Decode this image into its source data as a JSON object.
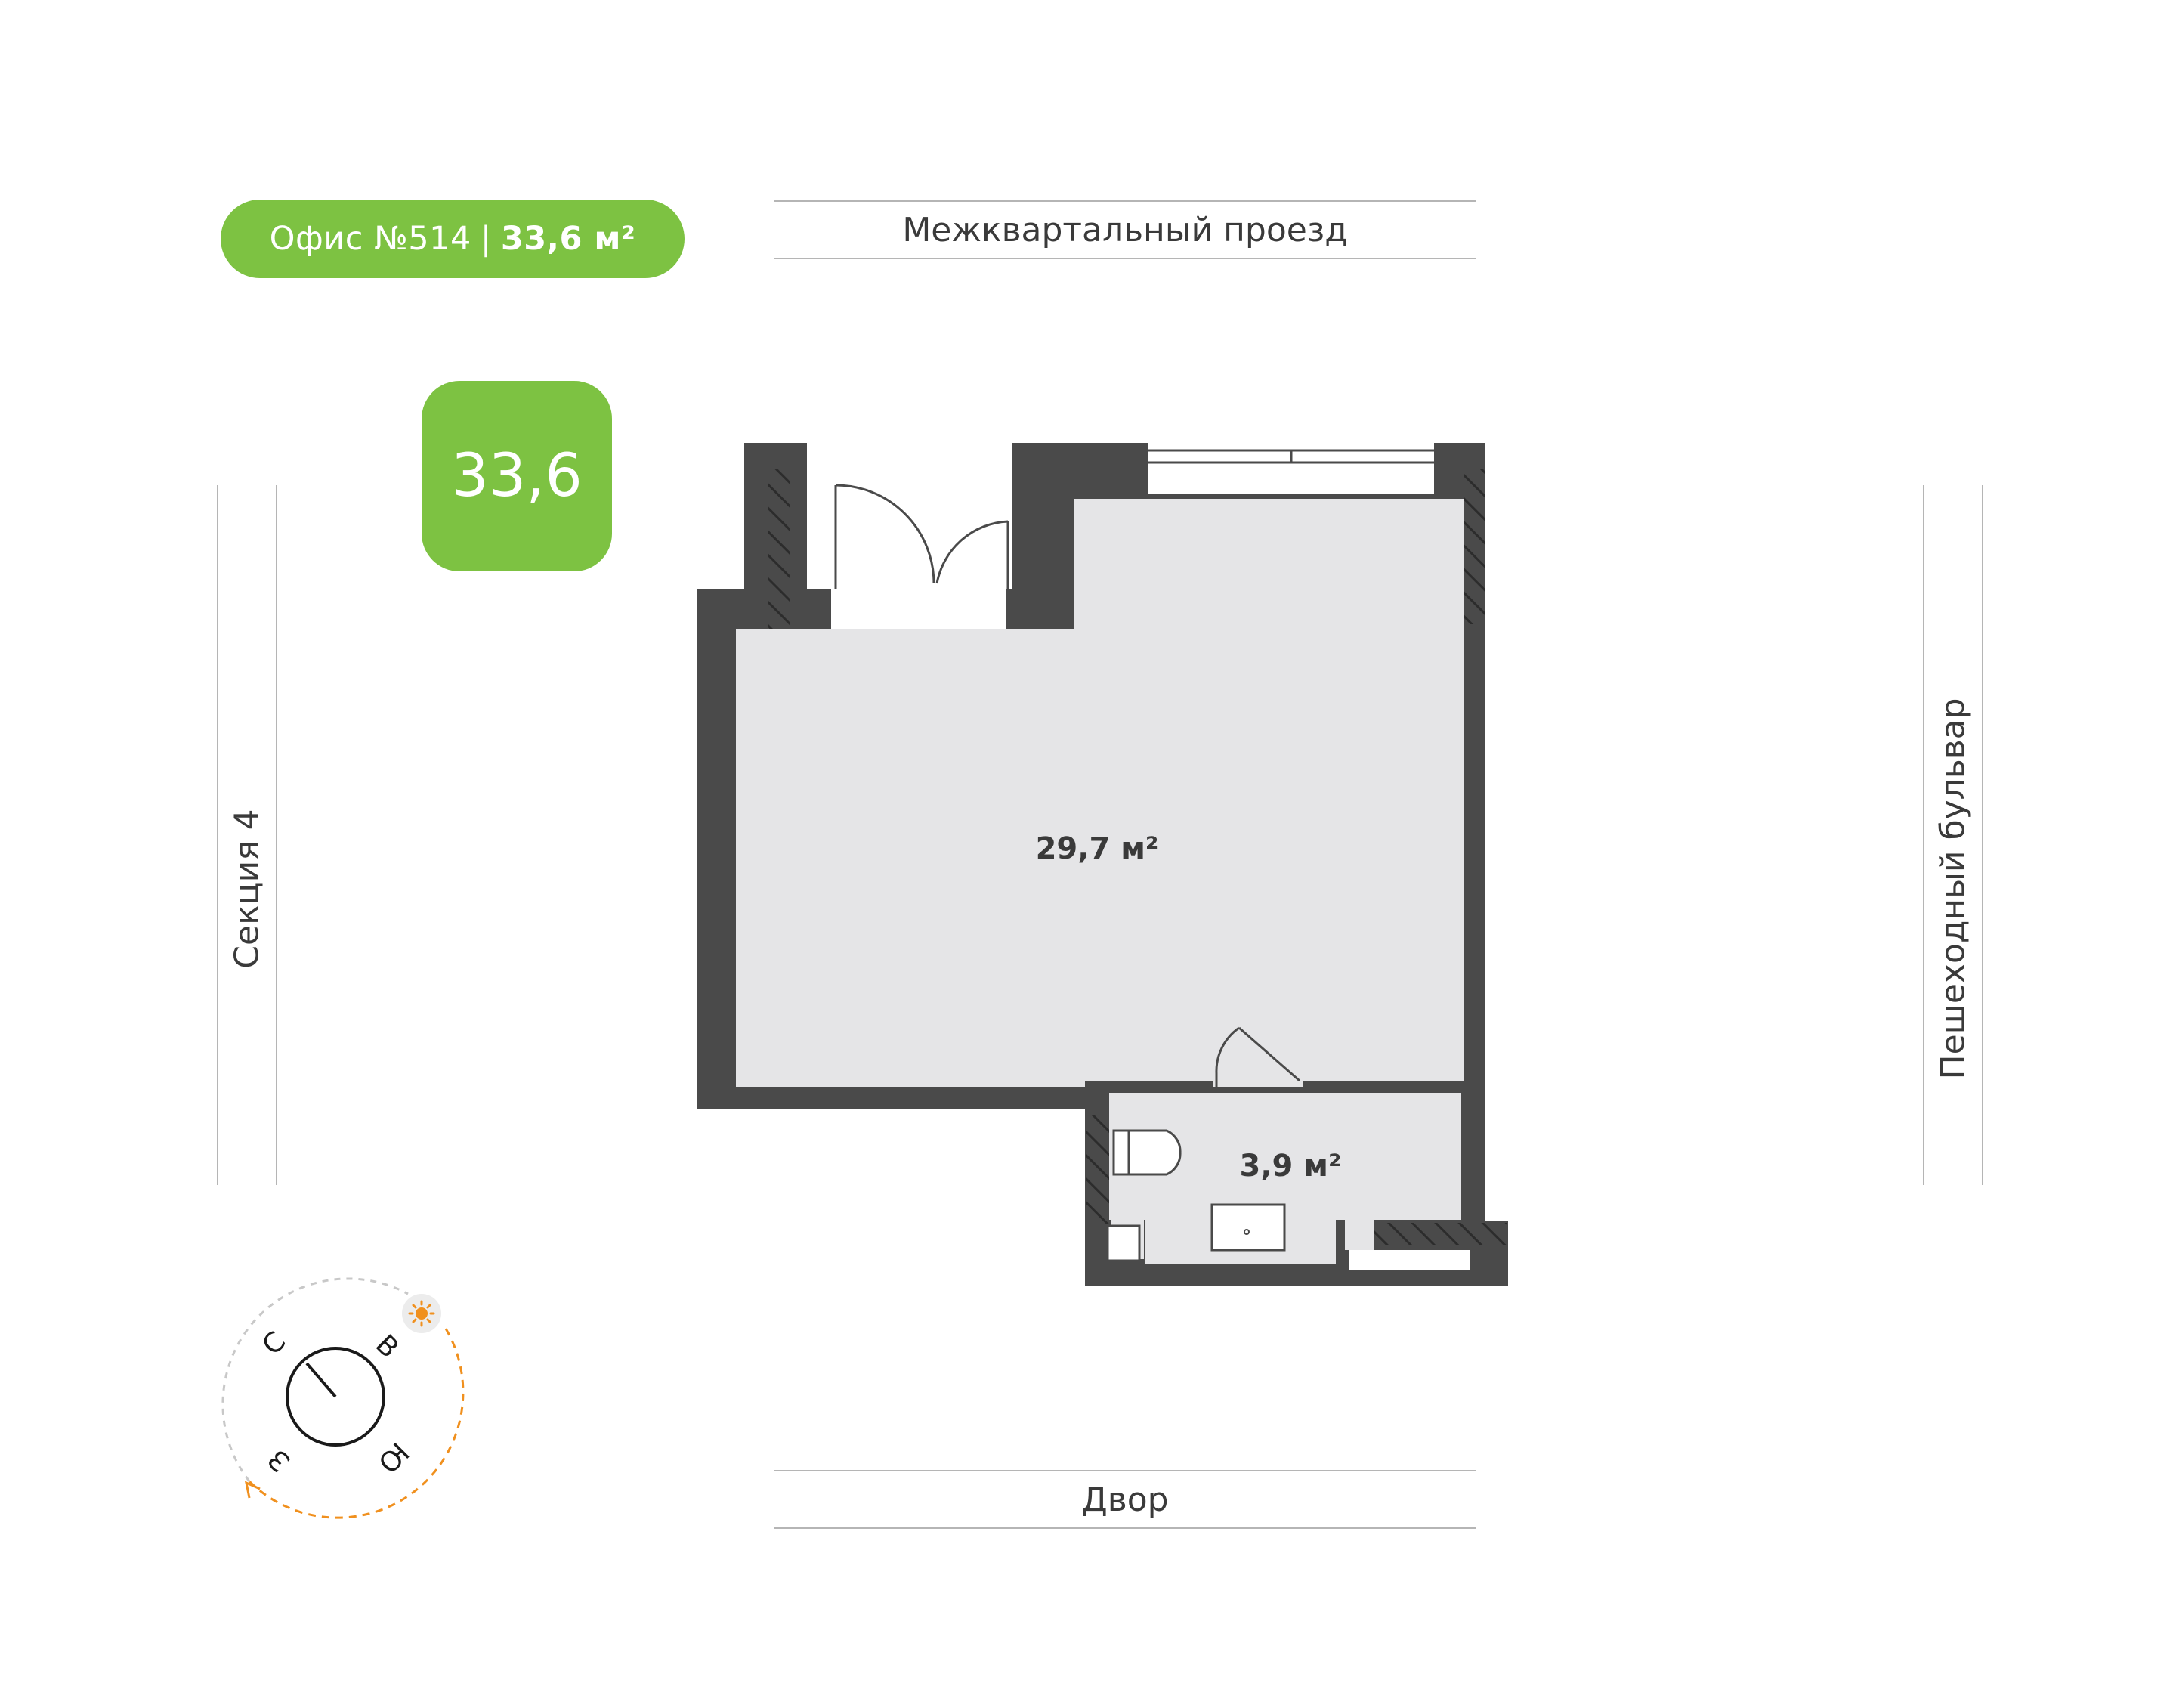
{
  "header": {
    "office_label": "Офис №514",
    "separator": "|",
    "area_label": "33,6 м²"
  },
  "badge": {
    "value": "33,6"
  },
  "streets": {
    "top": "Межквартальный проезд",
    "bottom": "Двор",
    "left": "Секция 4",
    "right": "Пешеходный бульвар"
  },
  "rooms": [
    {
      "label": "29,7 м²"
    },
    {
      "label": "3,9 м²"
    }
  ],
  "compass": {
    "north": "С",
    "east": "В",
    "south": "Ю",
    "west": "З",
    "sun_icon": "sun-icon"
  },
  "colors": {
    "accent": "#7dc242",
    "wall": "#4a4a4a",
    "floor": "#e5e5e7",
    "sun": "#f0901e"
  }
}
